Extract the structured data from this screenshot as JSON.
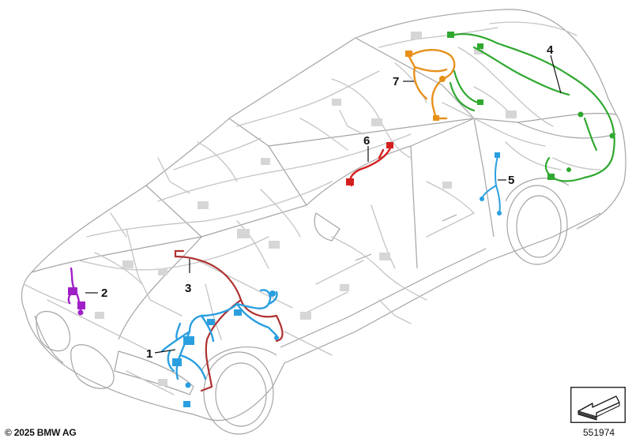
{
  "callouts": [
    {
      "num": "1",
      "color": "#2a9fe0",
      "part": "front-harness"
    },
    {
      "num": "2",
      "color": "#a020c8",
      "part": "bonnet-harness"
    },
    {
      "num": "3",
      "color": "#b03030",
      "part": "engine-harness"
    },
    {
      "num": "4",
      "color": "#2fa82f",
      "part": "rear-harness"
    },
    {
      "num": "5",
      "color": "#2a9fe0",
      "part": "rear-door-harness"
    },
    {
      "num": "6",
      "color": "#d41f1f",
      "part": "pillar-harness"
    },
    {
      "num": "7",
      "color": "#e8901a",
      "part": "roof-harness"
    }
  ],
  "footer": {
    "copyright": "© 2025 BMW AG",
    "diagram_id": "551974"
  },
  "colors": {
    "body_outline": "#9a9a9a",
    "ghost_harness": "#c8c8c8"
  }
}
